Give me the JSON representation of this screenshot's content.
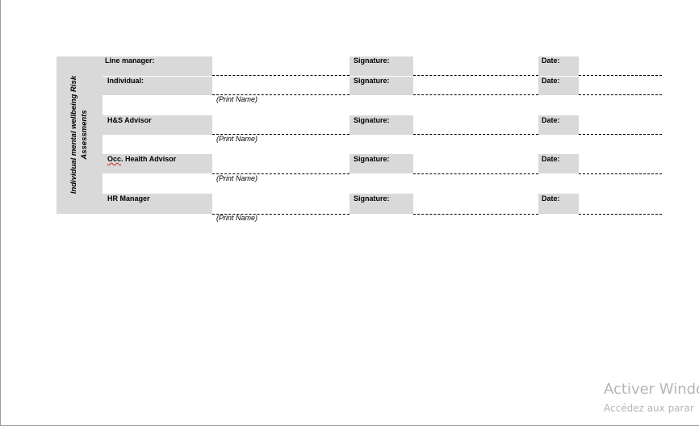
{
  "section_title": "Individual mental wellbeing Risk Assessments",
  "rows": [
    {
      "role": "Line manager:",
      "signature_label": "Signature:",
      "date_label": "Date:",
      "print_name": ""
    },
    {
      "role": "Individual:",
      "signature_label": "Signature:",
      "date_label": "Date:",
      "print_name": "(Print Name)"
    },
    {
      "role": "H&S Advisor",
      "signature_label": "Signature:",
      "date_label": "Date:",
      "print_name": "(Print Name)"
    },
    {
      "role_occ": "Occ",
      "role_rest": ". Health Advisor",
      "signature_label": "Signature:",
      "date_label": "Date:",
      "print_name": "(Print Name)"
    },
    {
      "role": "HR Manager",
      "signature_label": "Signature:",
      "date_label": "Date:",
      "print_name": "(Print Name)"
    }
  ],
  "watermark": {
    "line1": "Activer Windo",
    "line2": "Accédez aux parar"
  }
}
